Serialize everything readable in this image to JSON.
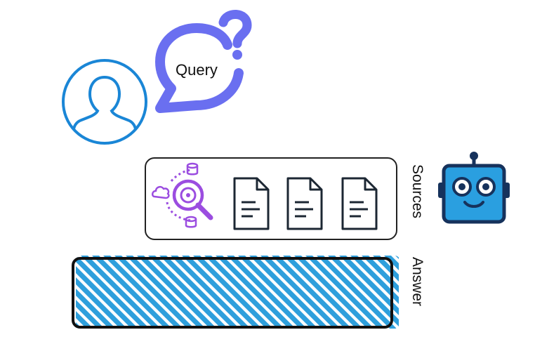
{
  "query": {
    "label": "Query"
  },
  "sources": {
    "label": "Sources",
    "document_count": 3
  },
  "answer": {
    "label": "Answer"
  },
  "icons": {
    "user": "user-profile-icon",
    "query": "speech-bubble-question-icon",
    "search": "data-search-icon",
    "document": "document-icon",
    "robot": "robot-icon"
  },
  "colors": {
    "user_blue": "#1a86d6",
    "query_purple": "#6a6ff0",
    "search_purple": "#9b4de0",
    "robot_blue": "#2a9fe0",
    "robot_navy": "#16325c",
    "answer_hatch": "#2e9fdc",
    "outline": "#222222"
  }
}
